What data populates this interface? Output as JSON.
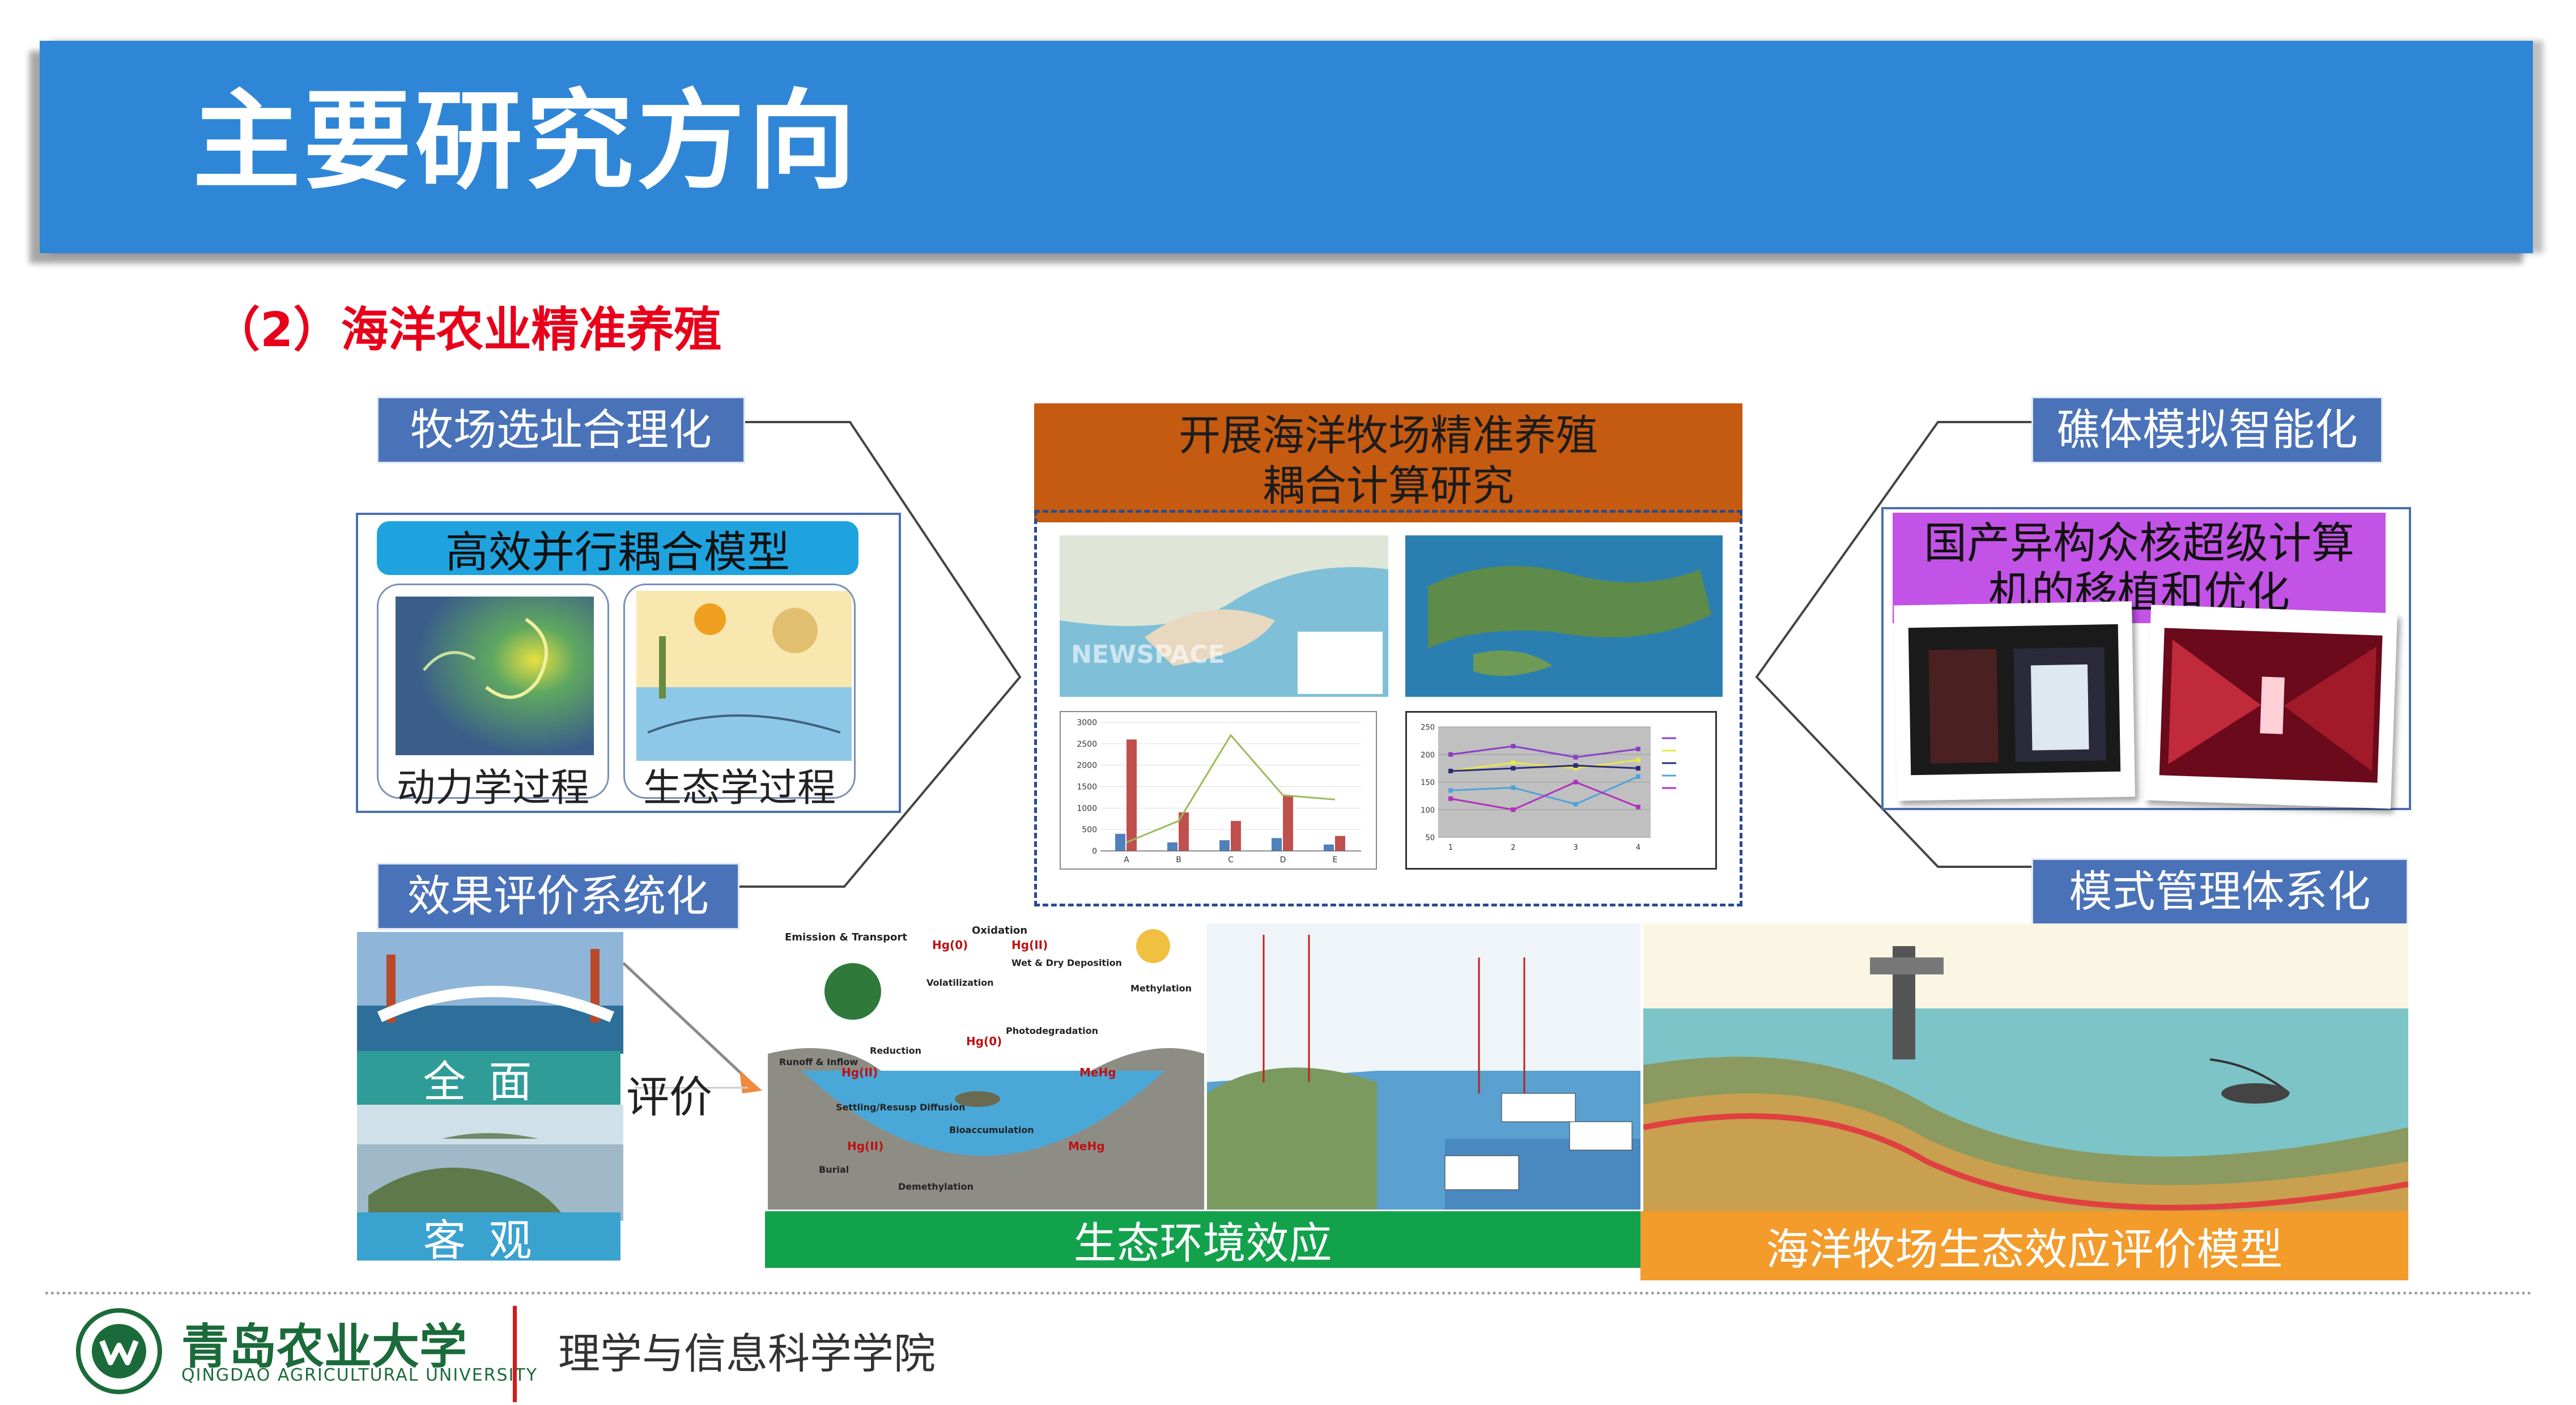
{
  "header": {
    "title": "主要研究方向"
  },
  "section": {
    "subtitle": "（2）海洋农业精准养殖"
  },
  "left_top": {
    "label": "牧场选址合理化",
    "model_label": "高效并行耦合模型",
    "caption_left": "动力学过程",
    "caption_right": "生态学过程"
  },
  "center": {
    "heading": "开展海洋牧场精准养殖耦合计算研究",
    "heading_line1": "开展海洋牧场精准养殖",
    "heading_line2": "耦合计算研究",
    "map_watermark": "NEWSPACE"
  },
  "chart_data": [
    {
      "type": "bar",
      "categories": [
        "A",
        "B",
        "C",
        "D",
        "E"
      ],
      "ylim": [
        0,
        3000
      ],
      "yticks": [
        0,
        500,
        1000,
        1500,
        2000,
        2500,
        3000
      ],
      "series": [
        {
          "values": [
            400,
            200,
            250,
            300,
            150
          ],
          "color": "#4f81bd"
        },
        {
          "values": [
            2600,
            900,
            700,
            1300,
            350
          ],
          "color": "#c0504d"
        }
      ],
      "line": {
        "values": [
          200,
          700,
          2700,
          1300,
          1200
        ],
        "color": "#9bbb59"
      }
    },
    {
      "type": "line",
      "categories": [
        "1",
        "2",
        "3",
        "4"
      ],
      "ylim": [
        50,
        250
      ],
      "yticks": [
        50,
        100,
        150,
        200,
        250
      ],
      "series": [
        {
          "values": [
            200,
            215,
            195,
            210
          ],
          "color": "#8b3fc8"
        },
        {
          "values": [
            170,
            185,
            175,
            190
          ],
          "color": "#e8e84a"
        },
        {
          "values": [
            170,
            175,
            180,
            175
          ],
          "color": "#2c2c7a"
        },
        {
          "values": [
            135,
            140,
            110,
            160
          ],
          "color": "#4ea3d9"
        },
        {
          "values": [
            120,
            100,
            150,
            105
          ],
          "color": "#b030c0"
        }
      ]
    }
  ],
  "right_top": {
    "label": "礁体模拟智能化",
    "purple_text": "国产异构众核超级计算机的移植和优化"
  },
  "left_bottom": {
    "label": "效果评价系统化",
    "caption_top": "全面",
    "caption_bottom": "客观",
    "arrow_label": "评价"
  },
  "diagram": {
    "labels": [
      "Emission & Transport",
      "Oxidation",
      "Hg(0)",
      "Hg(II)",
      "Wet & Dry Deposition",
      "Volatilization",
      "Methylation",
      "Photodegradation",
      "Runoff & Inflow",
      "Reduction",
      "Hg(0)",
      "Hg(II)",
      "MeHg",
      "Settling/Resusp Diffusion",
      "Bioaccumulation",
      "Hg(II)",
      "MeHg",
      "Burial",
      "Demethylation"
    ]
  },
  "right_bottom": {
    "label": "模式管理体系化"
  },
  "bottom": {
    "green_label": "生态环境效应",
    "orange_label": "海洋牧场生态效应评价模型"
  },
  "footer": {
    "university_cn": "青岛农业大学",
    "university_en": "QINGDAO AGRICULTURAL UNIVERSITY",
    "school": "理学与信息科学学院"
  },
  "colors": {
    "banner": "#2f86d6",
    "subtitle": "#e8001b",
    "label_blue": "#4a72b8",
    "center_head": "#c55a11",
    "purple": "#c353e6",
    "green": "#12a24c",
    "orange": "#f39b2b"
  }
}
